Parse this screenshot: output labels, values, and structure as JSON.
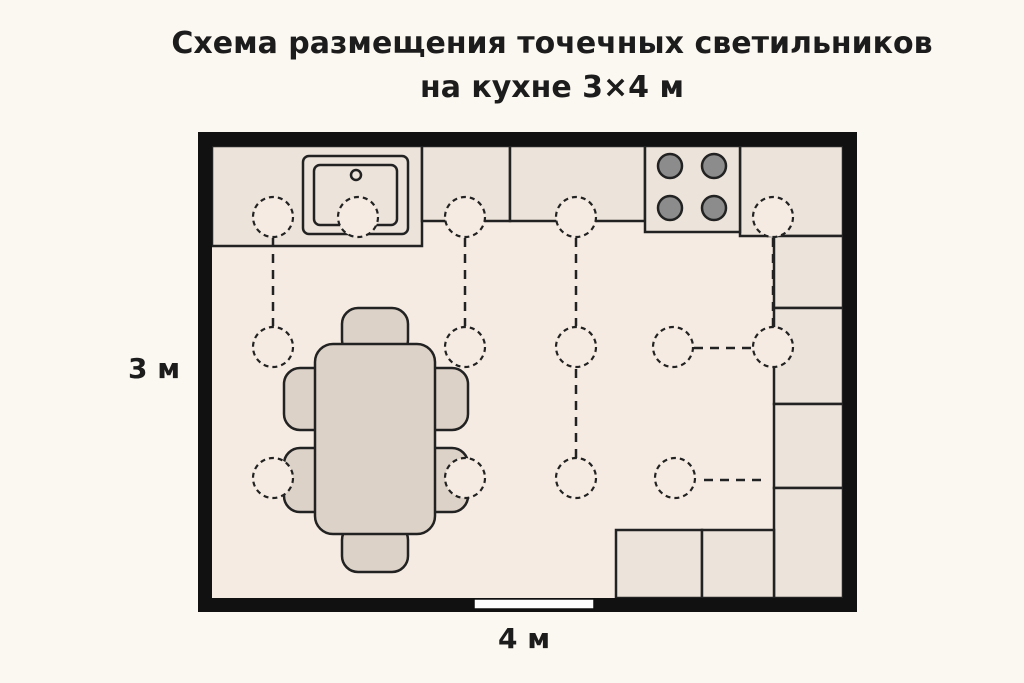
{
  "title": {
    "line1": "Схема размещения точечных светильников",
    "line2": "на кухне 3×4 м"
  },
  "dimensions": {
    "height_label": "3 м",
    "width_label": "4 м"
  },
  "colors": {
    "background": "#fbf7f1",
    "floor": "#f5ebe2",
    "cabinet": "#ece3da",
    "furniture": "#ddd2c7",
    "wall": "#111111",
    "burner": "#8c8c8c"
  },
  "elements": {
    "spotlights_count": 14,
    "chairs_count": 6
  }
}
